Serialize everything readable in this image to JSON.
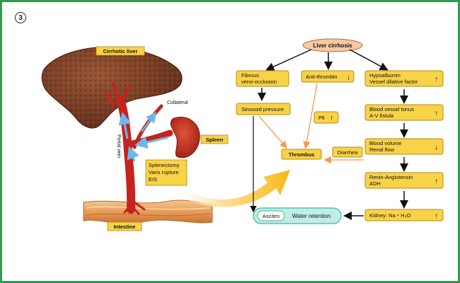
{
  "panel_number": "3",
  "colors": {
    "frame": "#2e9e4a",
    "box_fill": "#f8d247",
    "box_border": "#b98a10",
    "root_fill": "#f6c9a3",
    "orange_arrow": "#f19a4a",
    "result_fill": "#bfeee6",
    "result_border": "#3cb8a0",
    "liver": "#7a3e26",
    "vessel": "#c4231e",
    "flow_arrow": "#5fa8df"
  },
  "anatomy": {
    "liver_label": "Cirrhotic liver",
    "collateral_label": "Collateral",
    "portal_vein_label": "Portal vein",
    "spleen_label": "Spleen",
    "intestine_label": "Intestine",
    "procedures": [
      "Splenectomy",
      "Varix rupture",
      "EIS"
    ]
  },
  "flow": {
    "root": "Liver cirrhosis",
    "left_col": {
      "fibrous": [
        "Fibrous",
        "veno-occlusion"
      ],
      "sinusoid": "Sinosoid pressure"
    },
    "mid_col": {
      "anti_thrombin": "Anti-thrombin",
      "anti_thrombin_arrow": "↓",
      "plt": "Plt",
      "plt_arrow": "↑"
    },
    "right_col": [
      {
        "lines": [
          "Hypoalbumin",
          "Vessel dilative factor"
        ],
        "arrow": "↑"
      },
      {
        "lines": [
          "Blood vessel tonus",
          "A-V fistula"
        ],
        "arrow": "↑"
      },
      {
        "lines": [
          "Blood volume",
          "Renal flow"
        ],
        "arrow": "↓"
      },
      {
        "lines": [
          "Renin-Angiotensin",
          "ADH"
        ],
        "arrow": "↑"
      },
      {
        "lines": [
          "Kidney: Na・H₂O"
        ],
        "arrow": "↑"
      }
    ],
    "thrombus": "Thrombus",
    "diarrhea": "Diarrhea",
    "ascites": "Ascites",
    "water_retention": "Water retention"
  }
}
